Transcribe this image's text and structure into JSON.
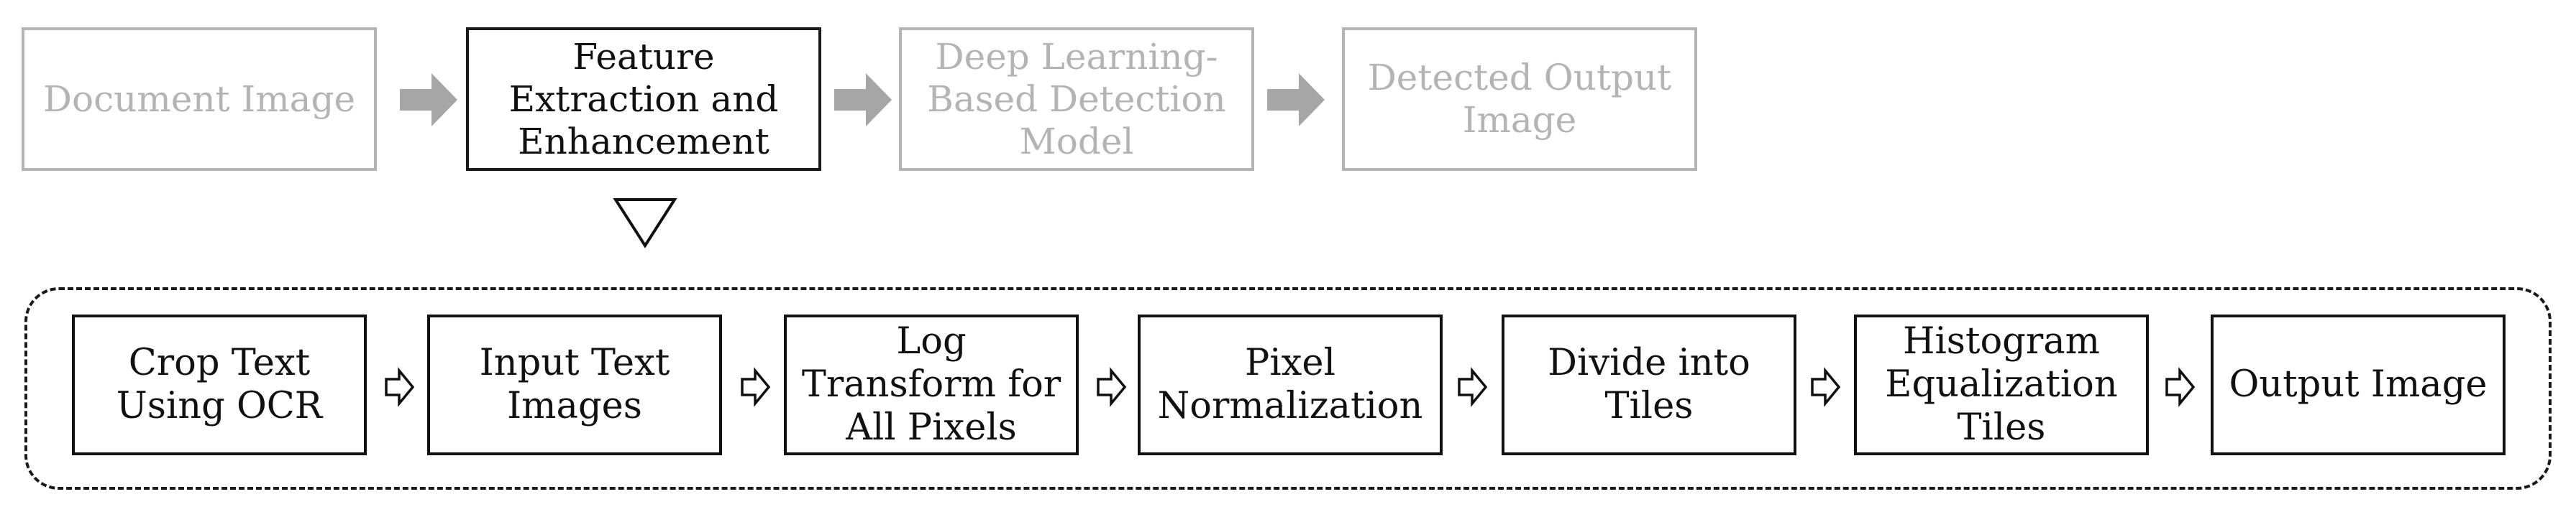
{
  "top_flow": [
    {
      "label": "Document Image",
      "state": "faded"
    },
    {
      "label": "Feature Extraction and Enhancement",
      "state": "active"
    },
    {
      "label": "Deep Learning-Based Detection Model",
      "state": "faded"
    },
    {
      "label": "Detected Output Image",
      "state": "faded"
    }
  ],
  "top_lines": {
    "document_image": [
      "Document Image"
    ],
    "feature_extraction": [
      "Feature",
      "Extraction and",
      "Enhancement"
    ],
    "detection_model": [
      "Deep Learning-",
      "Based Detection",
      "Model"
    ],
    "detected_output": [
      "Detected Output",
      "Image"
    ]
  },
  "detail_steps": {
    "crop_text": [
      "Crop Text",
      "Using OCR"
    ],
    "input_text_images": [
      "Input Text",
      "Images"
    ],
    "log_transform": [
      "Log",
      "Transform for",
      "All Pixels"
    ],
    "pixel_normalization": [
      "Pixel",
      "Normalization"
    ],
    "divide_tiles": [
      "Divide into",
      "Tiles"
    ],
    "histogram_equalization": [
      "Histogram",
      "Equalization",
      "Tiles"
    ],
    "output_image": [
      "Output Image"
    ]
  },
  "colors": {
    "faded": "#b4b4b4",
    "active": "#111111",
    "connector_arrow": "#a6a6a6",
    "frame": "#1a1a1a"
  },
  "icons": {
    "top_connector": "solid-right-arrow-icon",
    "expand_marker": "down-triangle-outline-icon",
    "step_connector": "outline-right-arrow-icon"
  }
}
